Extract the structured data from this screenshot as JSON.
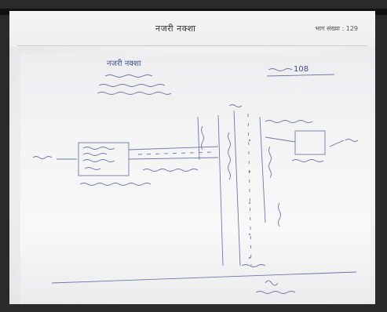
{
  "header": {
    "title": "नजरी नक्शा",
    "page_label": "भाग संख्या : 129"
  },
  "sketch": {
    "title": "नजरी नक्शा",
    "ref_number": "108"
  },
  "colors": {
    "ink": "#3d4f8e",
    "paper": "#f2f2f2",
    "frame": "#1b1b1d"
  }
}
